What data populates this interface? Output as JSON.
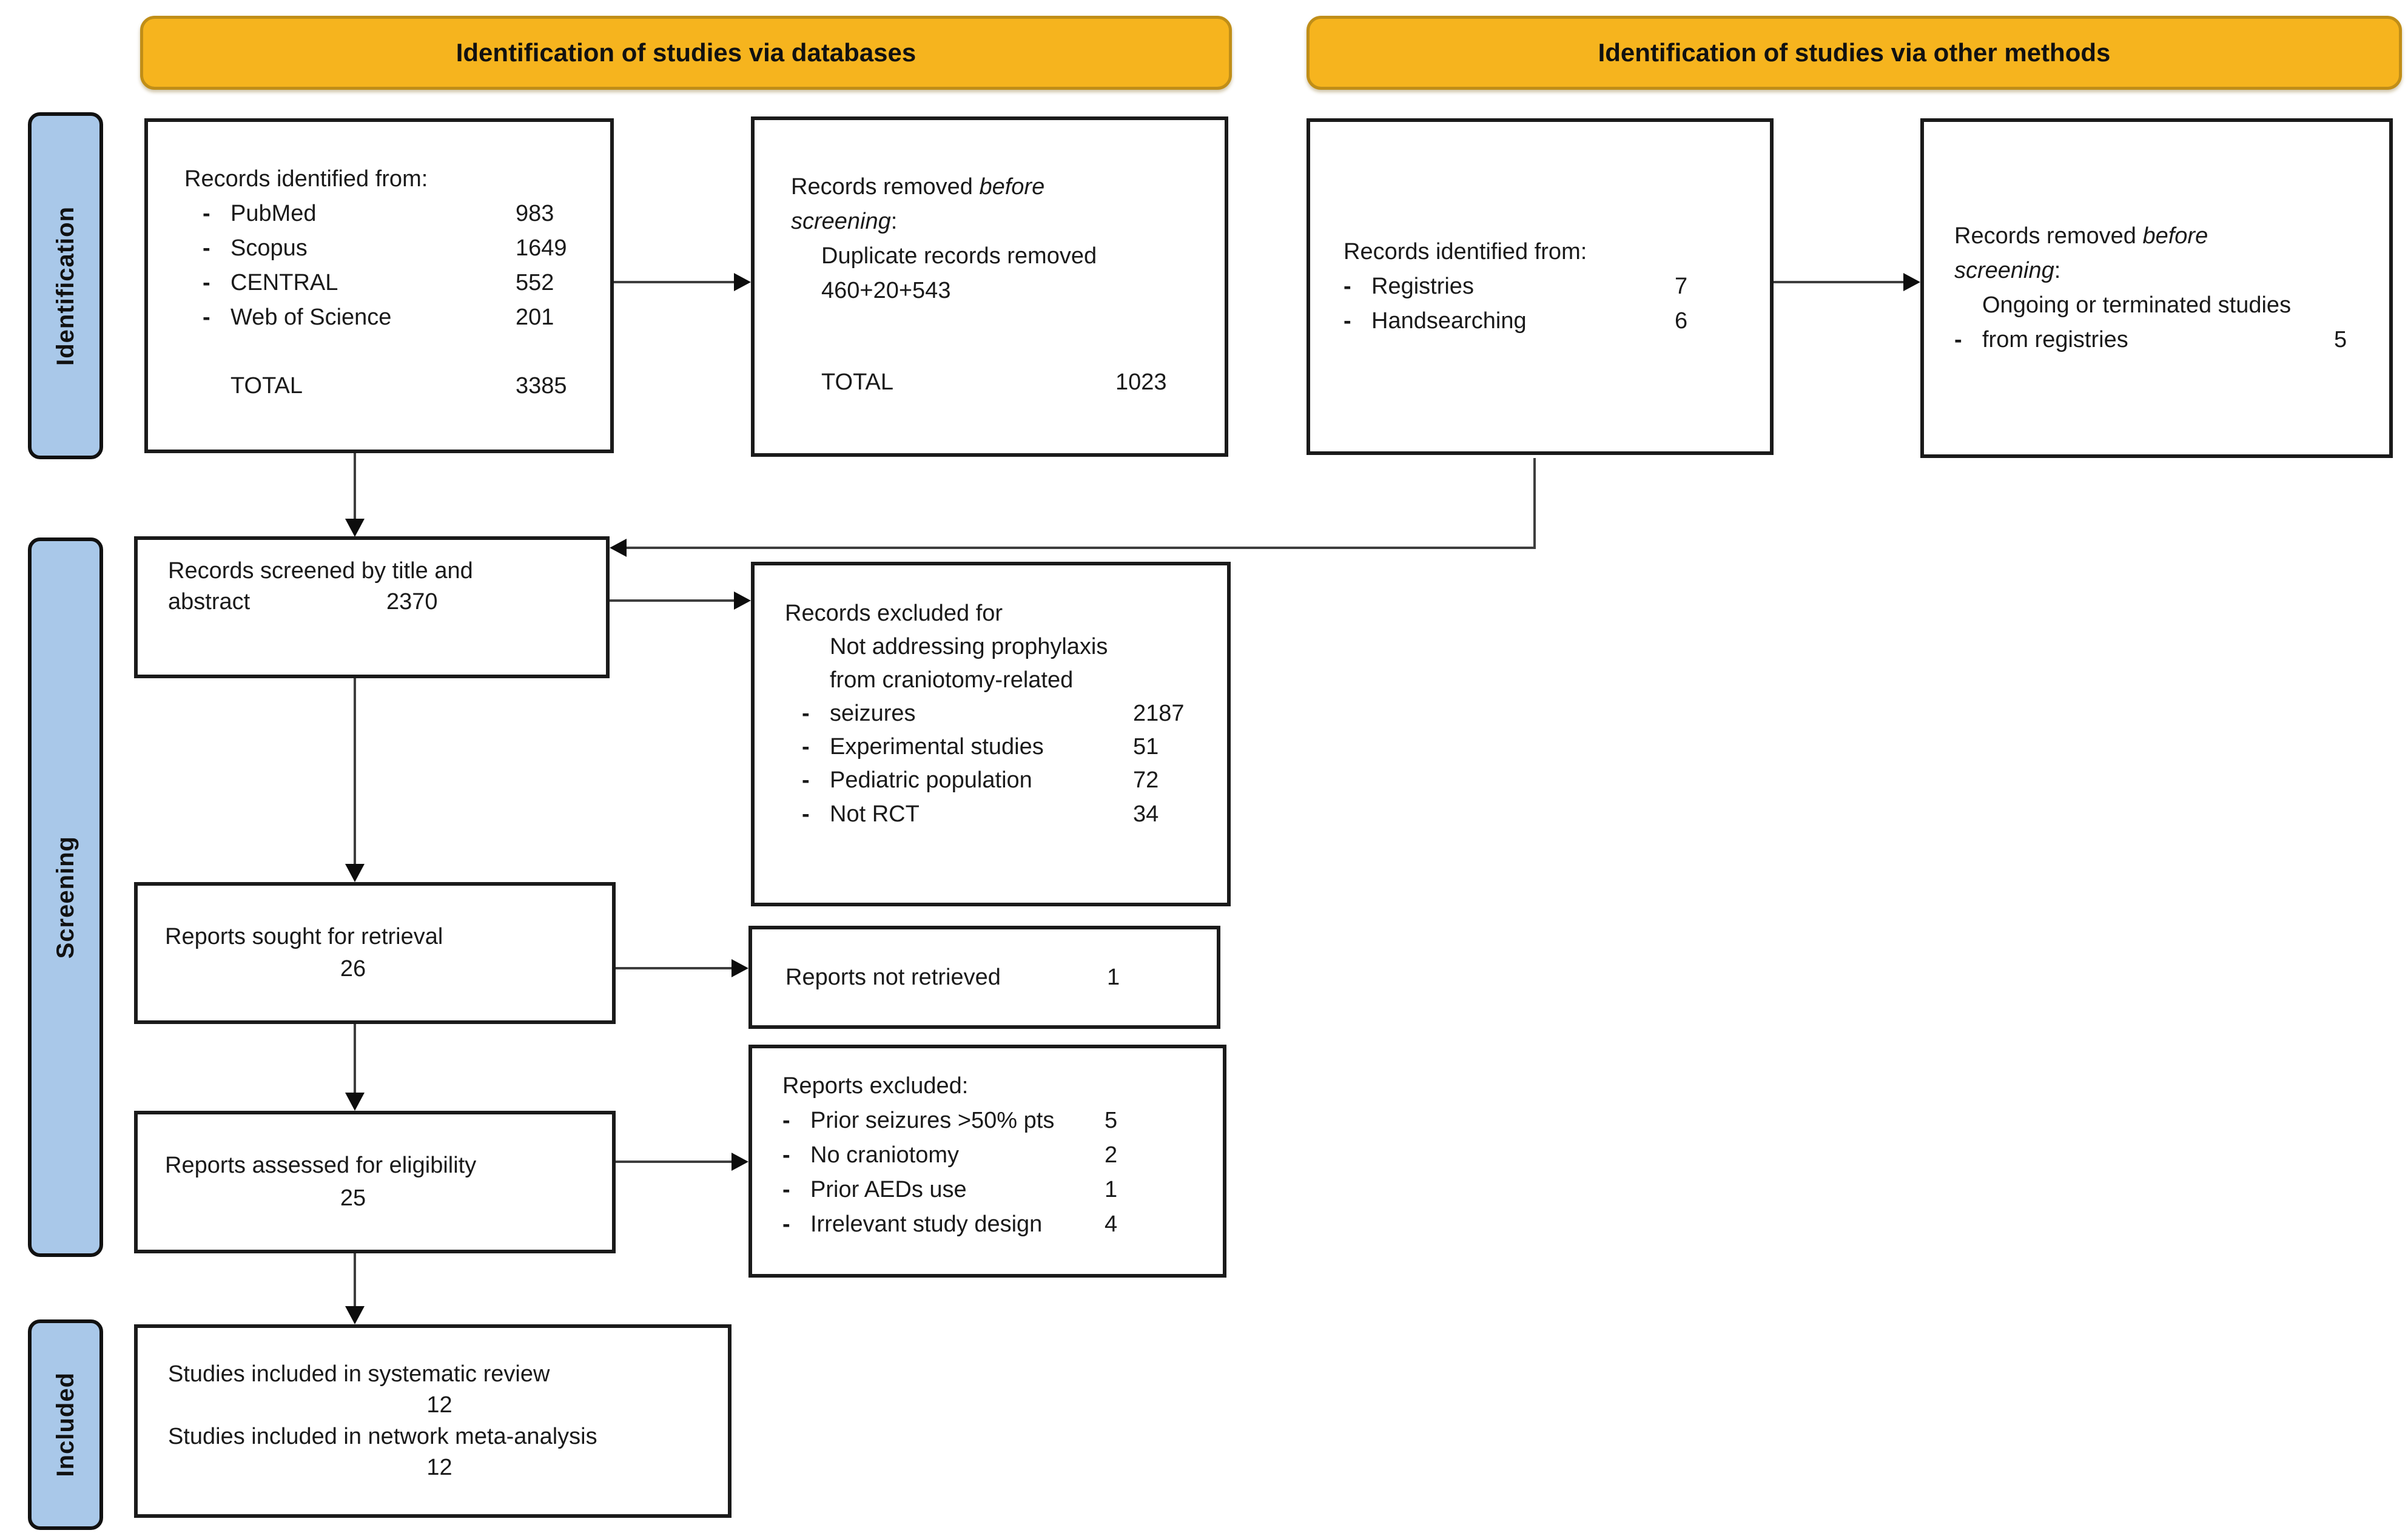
{
  "colors": {
    "banner_fill": "#F6B41E",
    "banner_border": "#C08E18",
    "sidebar_fill": "#A9C8E9",
    "box_border": "#1A1A1A",
    "connector": "#3E3E3E"
  },
  "bullet": "-",
  "banners": {
    "databases": "Identification of studies via databases",
    "other_methods": "Identification of studies via other methods"
  },
  "sidebar": {
    "identification": "Identification",
    "screening": "Screening",
    "included": "Included"
  },
  "identified_db": {
    "title": "Records identified from:",
    "items": [
      {
        "label": "PubMed",
        "value": "983"
      },
      {
        "label": "Scopus",
        "value": "1649"
      },
      {
        "label": "CENTRAL",
        "value": "552"
      },
      {
        "label": "Web of Science",
        "value": "201"
      }
    ],
    "total_label": "TOTAL",
    "total_value": "3385"
  },
  "removed_db": {
    "title_pre": "Records removed ",
    "title_italic": "before screening",
    "title_post": ":",
    "detail_line1": "Duplicate records removed",
    "detail_line2": "460+20+543",
    "total_label": "TOTAL",
    "total_value": "1023"
  },
  "identified_other": {
    "title": "Records identified from:",
    "items": [
      {
        "label": "Registries",
        "value": "7"
      },
      {
        "label": "Handsearching",
        "value": "6"
      }
    ]
  },
  "removed_other": {
    "title_pre": "Records removed ",
    "title_italic": "before screening",
    "title_post": ":",
    "items": [
      {
        "label": "Ongoing or terminated studies from registries",
        "value": "5"
      }
    ]
  },
  "screened": {
    "line1": "Records screened by title and",
    "line2_label": "abstract",
    "value": "2370"
  },
  "records_excluded": {
    "title": "Records excluded for",
    "items": [
      {
        "label": "Not addressing prophylaxis from craniotomy-related seizures",
        "value": "2187"
      },
      {
        "label": "Experimental studies",
        "value": "51"
      },
      {
        "label": "Pediatric population",
        "value": "72"
      },
      {
        "label": "Not RCT",
        "value": "34"
      }
    ]
  },
  "sought": {
    "label": "Reports sought for retrieval",
    "value": "26"
  },
  "not_retrieved": {
    "label": "Reports not retrieved",
    "value": "1"
  },
  "assessed": {
    "label": "Reports assessed for eligibility",
    "value": "25"
  },
  "reports_excluded": {
    "title": "Reports excluded:",
    "items": [
      {
        "label": "Prior seizures >50% pts",
        "value": "5"
      },
      {
        "label": "No craniotomy",
        "value": "2"
      },
      {
        "label": "Prior AEDs use",
        "value": "1"
      },
      {
        "label": "Irrelevant study design",
        "value": "4"
      }
    ]
  },
  "included_box": {
    "line1": "Studies included in systematic review",
    "value1": "12",
    "line2": "Studies included in network meta-analysis",
    "value2": "12"
  }
}
